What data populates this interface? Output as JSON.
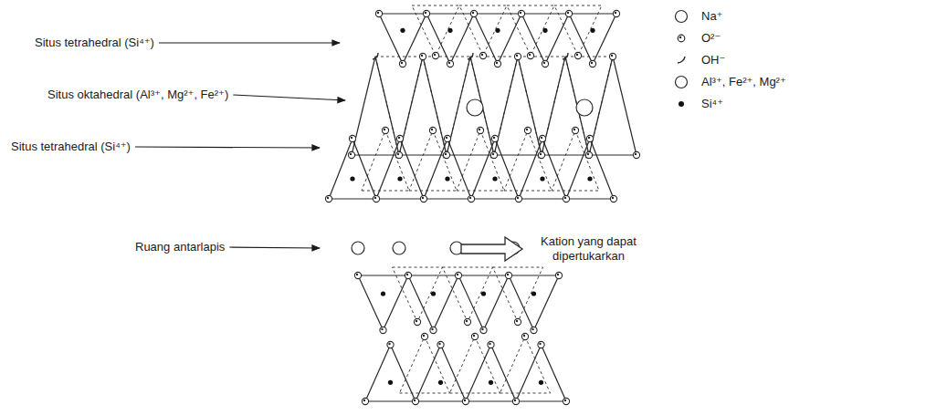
{
  "diagram": {
    "labels": [
      "Situs tetrahedral (Si⁴⁺)",
      "Situs oktahedral (Al³⁺, Mg²⁺, Fe²⁺)",
      "Situs tetrahedral (Si⁴⁺)",
      "Ruang antarlapis",
      "Kation yang dapat dipertukarkan"
    ],
    "legend": [
      {
        "text": "Na⁺"
      },
      {
        "text": "O²⁻"
      },
      {
        "text": "OH⁻"
      },
      {
        "text": "Al³⁺, Fe²⁺, Mg²⁺"
      },
      {
        "text": "Si⁴⁺"
      }
    ]
  }
}
